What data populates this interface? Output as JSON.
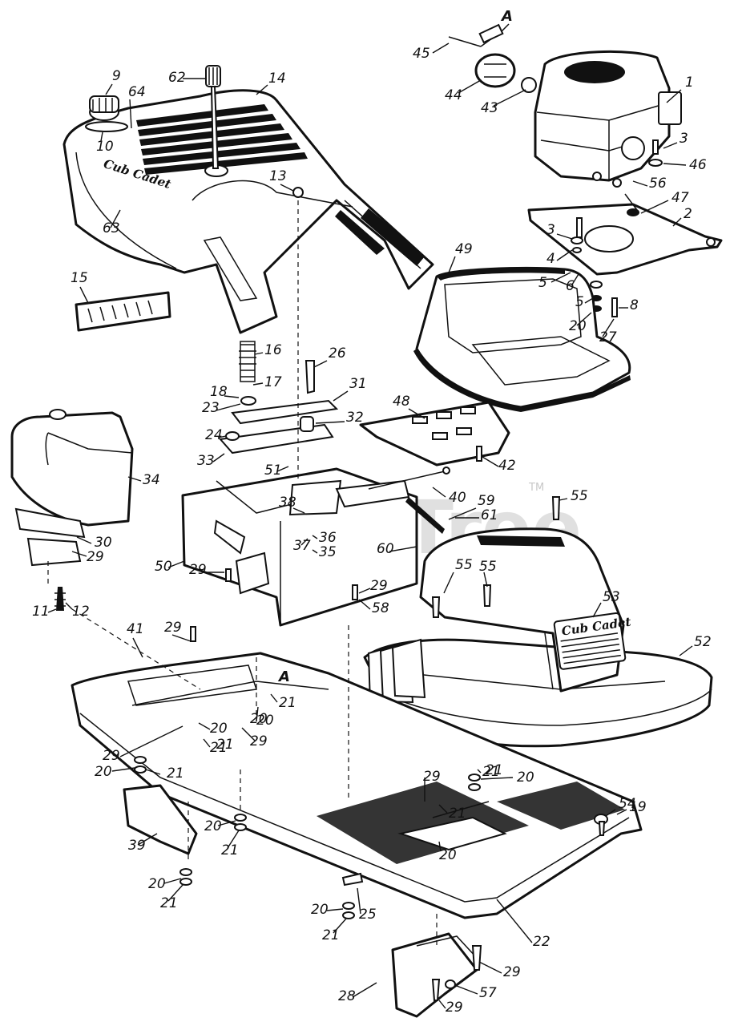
{
  "diagram": {
    "watermark": "PartsTree",
    "watermark_tm": "TM",
    "brand_marks": [
      "Cub Cadet",
      "Cub Cadet"
    ],
    "section_ref": [
      "A",
      "A"
    ],
    "callouts": [
      "1",
      "2",
      "3",
      "3",
      "4",
      "5",
      "5",
      "6",
      "8",
      "9",
      "10",
      "11",
      "12",
      "13",
      "14",
      "15",
      "16",
      "17",
      "18",
      "19",
      "20",
      "20",
      "20",
      "20",
      "20",
      "20",
      "20",
      "20",
      "20",
      "20",
      "21",
      "21",
      "21",
      "21",
      "21",
      "21",
      "21",
      "21",
      "21",
      "21",
      "22",
      "23",
      "24",
      "25",
      "26",
      "27",
      "28",
      "29",
      "29",
      "29",
      "29",
      "29",
      "29",
      "29",
      "29",
      "29",
      "30",
      "31",
      "32",
      "33",
      "34",
      "35",
      "36",
      "37",
      "38",
      "39",
      "40",
      "41",
      "42",
      "43",
      "44",
      "45",
      "46",
      "47",
      "48",
      "49",
      "50",
      "51",
      "52",
      "53",
      "54",
      "55",
      "55",
      "55",
      "56",
      "57",
      "58",
      "59",
      "60",
      "61",
      "62",
      "63",
      "64"
    ]
  }
}
